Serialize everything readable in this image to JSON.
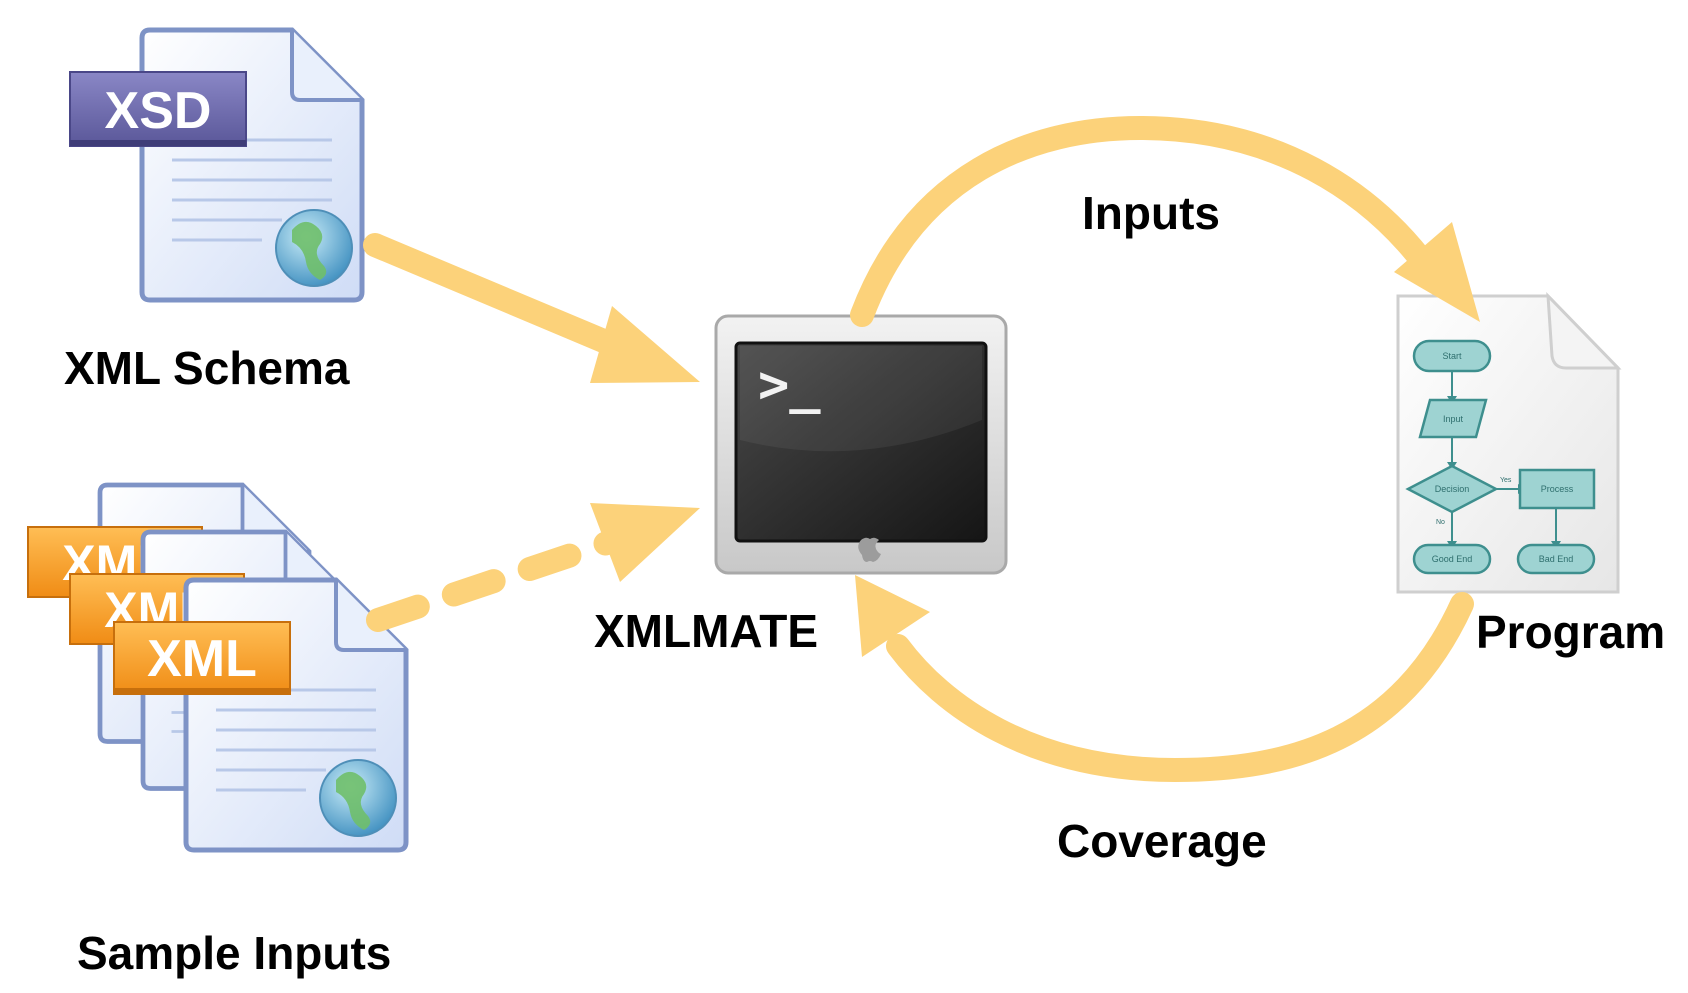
{
  "nodes": {
    "schema": {
      "label": "XML Schema",
      "badge": "XSD"
    },
    "samples": {
      "label": "Sample Inputs",
      "badges": [
        "XML",
        "XML",
        "XML"
      ]
    },
    "tool": {
      "label": "XMLMATE",
      "prompt": ">_"
    },
    "program": {
      "label": "Program",
      "flowchart": {
        "start": "Start",
        "input": "Input",
        "decision": "Decision",
        "process": "Process",
        "good_end": "Good End",
        "bad_end": "Bad End",
        "yes": "Yes",
        "no": "No"
      }
    }
  },
  "edges": {
    "inputs": {
      "label": "Inputs"
    },
    "coverage": {
      "label": "Coverage"
    }
  },
  "colors": {
    "arrow": "#FCD27A",
    "xsd_badge": "#6E6BAE",
    "xml_badge": "#F5A028",
    "document": "#D6E4FA",
    "document_border": "#7E93C6",
    "flow_node": "#9ED3D2",
    "flow_stroke": "#3E8F8E"
  }
}
